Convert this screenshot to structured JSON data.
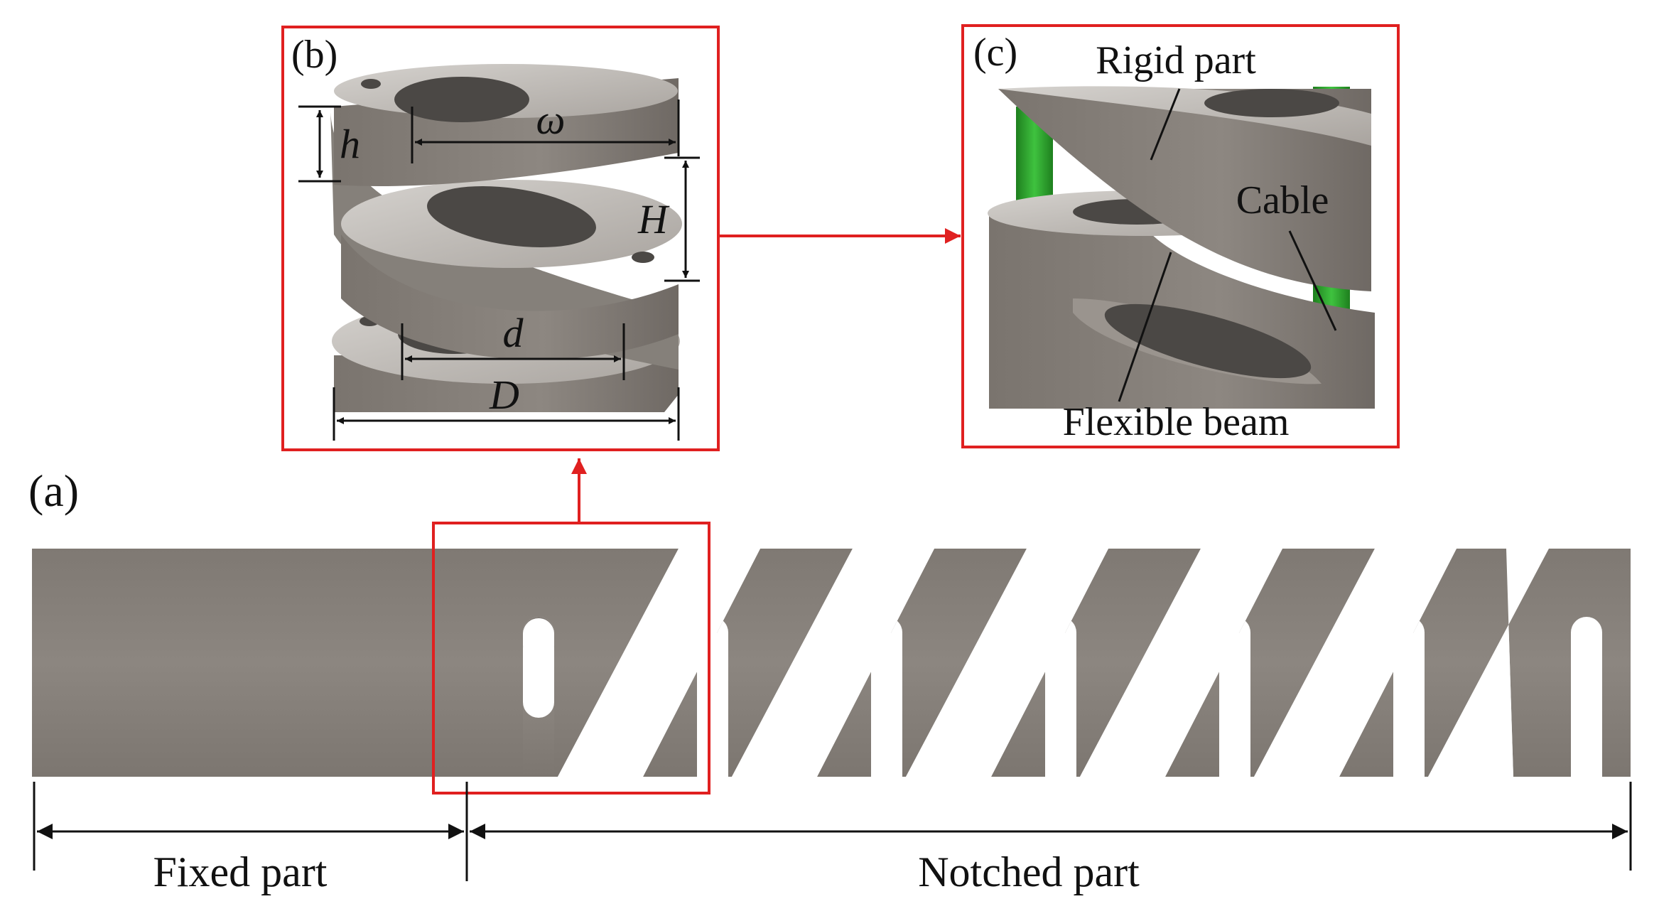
{
  "panels": {
    "a": {
      "label": "(a)"
    },
    "b": {
      "label": "(b)"
    },
    "c": {
      "label": "(c)"
    }
  },
  "dimensions": {
    "h": "h",
    "omega": "ω",
    "H": "H",
    "d": "d",
    "D": "D"
  },
  "annotations": {
    "rigid_part": "Rigid part",
    "cable": "Cable",
    "flexible_beam": "Flexible beam",
    "fixed_part": "Fixed part",
    "notched_part": "Notched part"
  },
  "colors": {
    "body": "#8a847e",
    "body_light": "#a39d97",
    "body_dark": "#6c6661",
    "hole": "#4b4845",
    "cable": "#2fa82f",
    "highlight_box": "#e02020",
    "dimension_line": "#111111"
  }
}
